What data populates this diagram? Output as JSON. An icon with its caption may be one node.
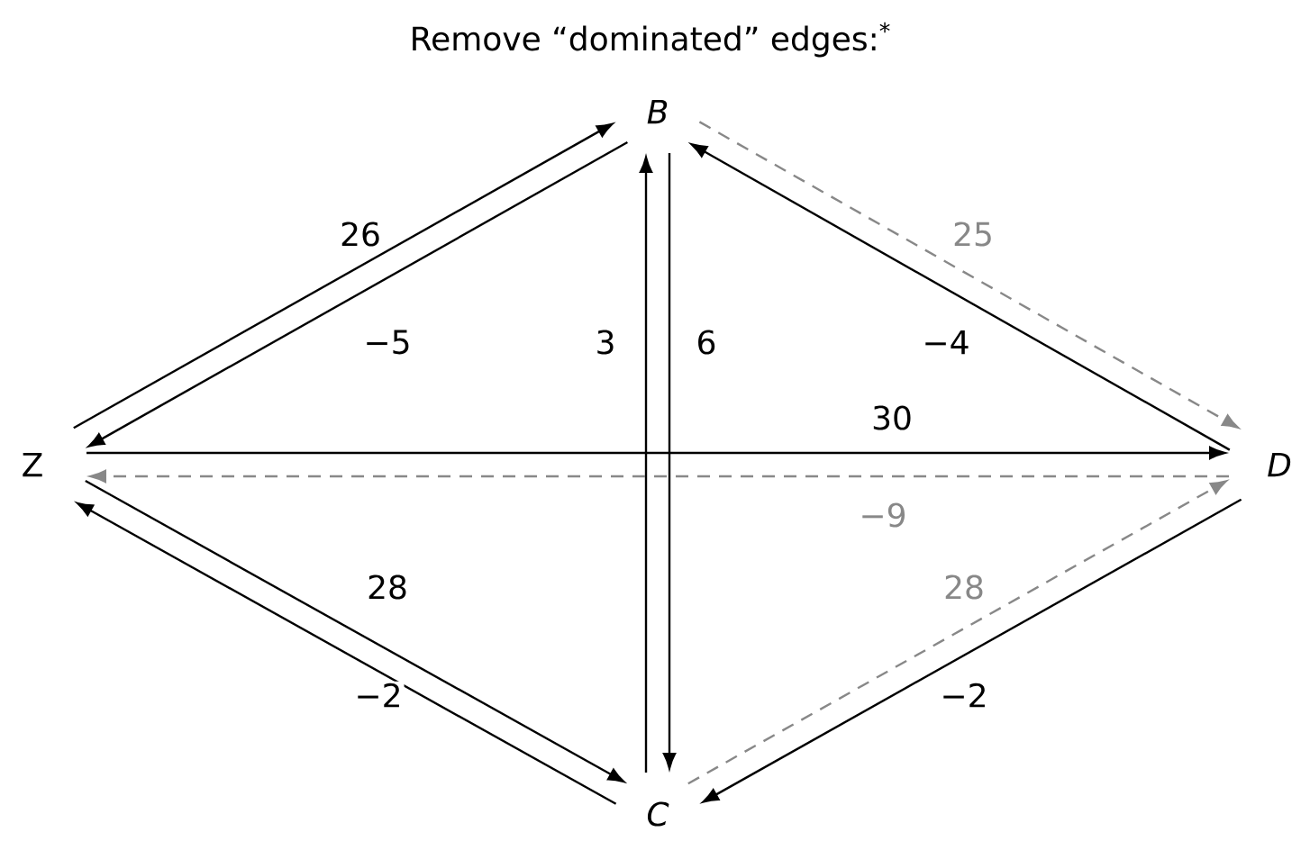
{
  "diagram": {
    "title": "Remove “dominated” edges:$^{*}$",
    "nodes": [
      {
        "text": [
          "B"
        ]
      },
      {
        "text": [
          "Z"
        ]
      },
      {
        "text": [
          "D"
        ]
      },
      {
        "text": [
          "C"
        ]
      }
    ],
    "edges": [
      {
        "from": 1,
        "to": 0,
        "arrow": "to",
        "label": "26"
      },
      {
        "from": 0,
        "to": 1,
        "arrow": "to",
        "label": "−5"
      },
      {
        "from": 3,
        "to": 0,
        "arrow": "to",
        "label": "3"
      },
      {
        "from": 0,
        "to": 3,
        "arrow": "to",
        "label": "6"
      },
      {
        "from": 0,
        "to": 2,
        "arrow": "to",
        "label": "25",
        "style": "dashed",
        "color": "#888888"
      },
      {
        "from": 2,
        "to": 0,
        "arrow": "to",
        "label": "−4"
      },
      {
        "from": 1,
        "to": 2,
        "arrow": "to",
        "label": "30"
      },
      {
        "from": 2,
        "to": 1,
        "arrow": "to",
        "label": "−9",
        "style": "dashed",
        "color": "#888888"
      },
      {
        "from": 1,
        "to": 3,
        "arrow": "to",
        "label": "28"
      },
      {
        "from": 3,
        "to": 1,
        "arrow": "to",
        "label": "−2"
      },
      {
        "from": 3,
        "to": 2,
        "arrow": "to",
        "label": "28",
        "style": "dashed",
        "color": "#888888"
      },
      {
        "from": 2,
        "to": 3,
        "arrow": "to",
        "label": "−2"
      }
    ]
  }
}
